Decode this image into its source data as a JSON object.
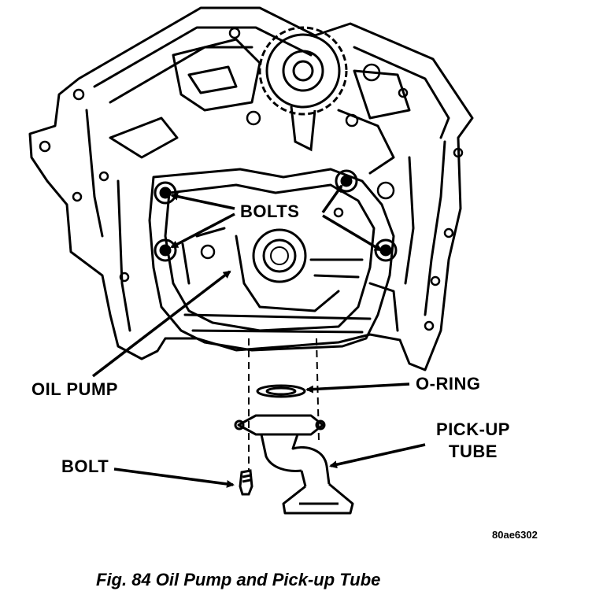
{
  "labels": {
    "bolts": "BOLTS",
    "oil_pump": "OIL PUMP",
    "o_ring": "O-RING",
    "pickup_tube_line1": "PICK-UP",
    "pickup_tube_line2": "TUBE",
    "bolt": "BOLT"
  },
  "figure_code": "80ae6302",
  "caption": "Fig. 84 Oil Pump and Pick-up Tube"
}
